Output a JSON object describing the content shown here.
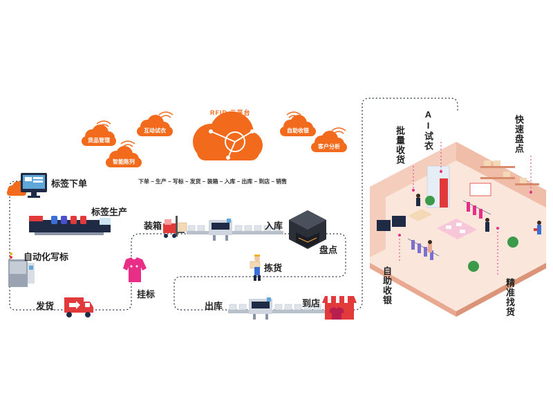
{
  "cloud": {
    "title": "RFID 云平台",
    "nodes": [
      "货品管理",
      "互动试衣",
      "智能陈列",
      "自助收银",
      "客户分析"
    ],
    "flow": "下单 – 生产 – 写标 – 发货 – 装箱 – 入库 – 出库 – 到店 – 销售"
  },
  "steps": {
    "label_order": "标签下单",
    "label_production": "标签生产",
    "auto_write": "自动化写标",
    "ship": "发货",
    "hang_tag": "挂标",
    "pack": "装箱",
    "inbound": "入库",
    "inventory": "盘点",
    "picking": "拣货",
    "outbound": "出库",
    "to_store": "到店"
  },
  "store": {
    "batch_receive": "批量收货",
    "ai_fitting": "AI试衣",
    "quick_count": "快速盘点",
    "self_checkout": "自助收银",
    "precise_find": "精准找货"
  },
  "colors": {
    "accent": "#f26a1b",
    "path": "#1f2a44",
    "store_wall": "#f5cdbc",
    "store_floor": "#fbe6dc"
  }
}
